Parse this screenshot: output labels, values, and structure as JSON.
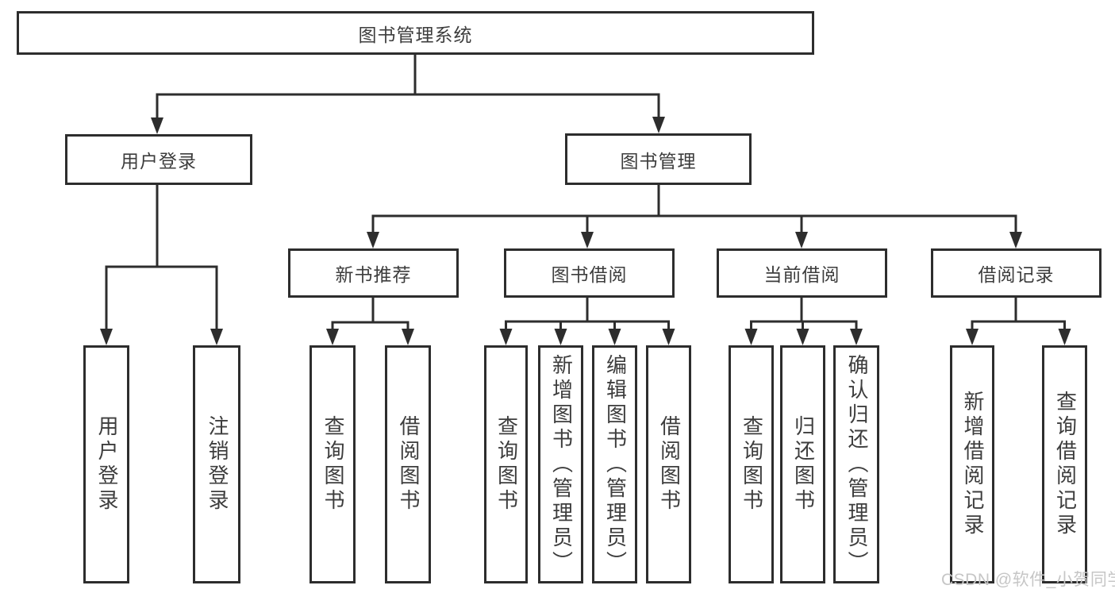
{
  "diagram_title": "图书管理系统",
  "tree": {
    "root": {
      "label": "图书管理系统"
    },
    "branches": [
      {
        "label": "用户登录",
        "children": [
          {
            "label": "用户登录"
          },
          {
            "label": "注销登录"
          }
        ]
      },
      {
        "label": "图书管理",
        "sections": [
          {
            "label": "新书推荐",
            "children": [
              {
                "label": "查询图书"
              },
              {
                "label": "借阅图书"
              }
            ]
          },
          {
            "label": "图书借阅",
            "children": [
              {
                "label": "查询图书"
              },
              {
                "label": "新增图书（管理员）"
              },
              {
                "label": "编辑图书（管理员）"
              },
              {
                "label": "借阅图书"
              }
            ]
          },
          {
            "label": "当前借阅",
            "children": [
              {
                "label": "查询图书"
              },
              {
                "label": "归还图书"
              },
              {
                "label": "确认归还（管理员）"
              }
            ]
          },
          {
            "label": "借阅记录",
            "children": [
              {
                "label": "新增借阅记录"
              },
              {
                "label": "查询借阅记录"
              }
            ]
          }
        ]
      }
    ]
  },
  "watermark": {
    "text": "CSDN @软件_小贺同学"
  },
  "colors": {
    "line": "#2d2d2d",
    "text": "#3d3d3d",
    "background": "#ffffff",
    "watermark": "#c6c6c6"
  }
}
